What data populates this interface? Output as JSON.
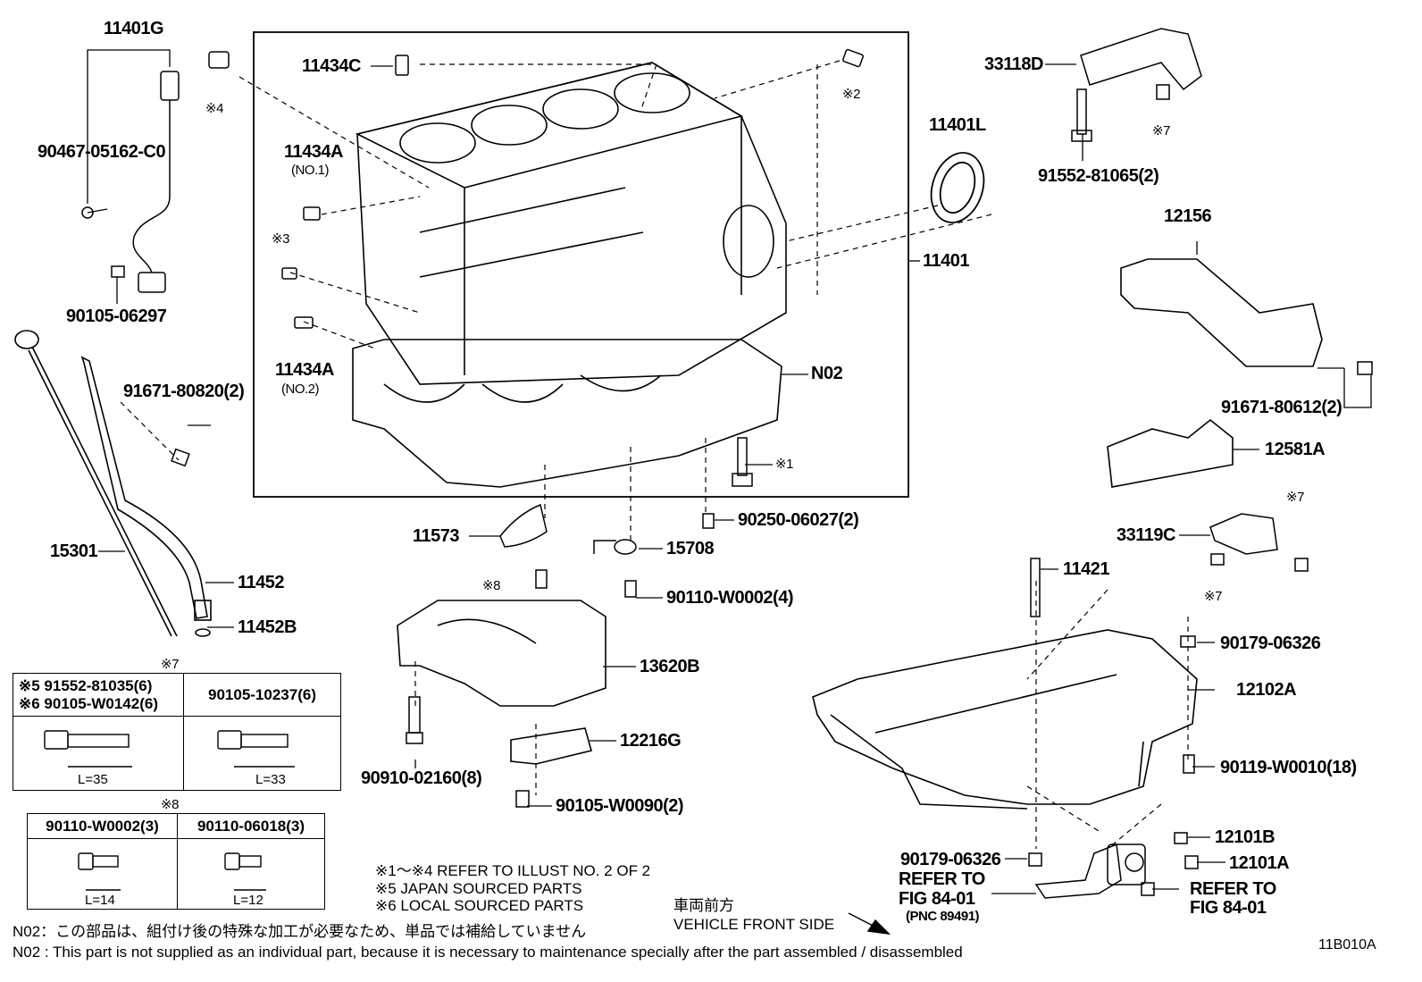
{
  "labels": {
    "p11401G": "11401G",
    "p90467": "90467-05162-C0",
    "p90105_06297": "90105-06297",
    "star4": "※4",
    "p11434C": "11434C",
    "star2": "※2",
    "p11434A_1": "11434A",
    "no1": "(NO.1)",
    "star3": "※3",
    "p11434A_2": "11434A",
    "no2": "(NO.2)",
    "p11401L": "11401L",
    "p11401": "11401",
    "pN02": "N02",
    "star1": "※1",
    "p90250": "90250-06027(2)",
    "p33118D": "33118D",
    "p91552_81065": "91552-81065(2)",
    "star7a": "※7",
    "p12156": "12156",
    "p91671_80612": "91671-80612(2)",
    "p12581A": "12581A",
    "star7b": "※7",
    "p33119C": "33119C",
    "star7c": "※7",
    "p91671_80820": "91671-80820(2)",
    "p15301": "15301",
    "p11452": "11452",
    "p11452B": "11452B",
    "p11573": "11573",
    "p15708": "15708",
    "star8": "※8",
    "p90110_W0002_4": "90110-W0002(4)",
    "p13620B": "13620B",
    "p12216G": "12216G",
    "p90910": "90910-02160(8)",
    "p90105_W0090": "90105-W0090(2)",
    "p11421": "11421",
    "p90179_a": "90179-06326",
    "p12102A": "12102A",
    "p90119": "90119-W0010(18)",
    "p12101B": "12101B",
    "p12101A": "12101A",
    "p90179_b": "90179-06326",
    "refer1a": "REFER TO",
    "refer1b": "FIG 84-01",
    "pnc": "(PNC 89491)",
    "refer2a": "REFER TO",
    "refer2b": "FIG 84-01",
    "front_jp": "車両前方",
    "front_en": "VEHICLE FRONT SIDE",
    "fig_code": "11B010A"
  },
  "table7": {
    "title": "※7",
    "c1_line1": "※5 91552-81035(6)",
    "c1_line2": "※6 90105-W0142(6)",
    "c2": "90105-10237(6)",
    "len1": "L=35",
    "len2": "L=33"
  },
  "table8": {
    "title": "※8",
    "c1": "90110-W0002(3)",
    "c2": "90110-06018(3)",
    "len1": "L=14",
    "len2": "L=12"
  },
  "notes": {
    "n1": "※1～※4  REFER TO ILLUST NO. 2 OF 2",
    "n2": "※5 JAPAN SOURCED PARTS",
    "n3": "※6 LOCAL SOURCED PARTS",
    "n02_jp": "N02：この部品は、組付け後の特殊な加工が必要なため、単品では補給していません",
    "n02_en": "N02 : This part is not supplied as an individual part, because it is necessary to maintenance specially after the part assembled / disassembled"
  }
}
